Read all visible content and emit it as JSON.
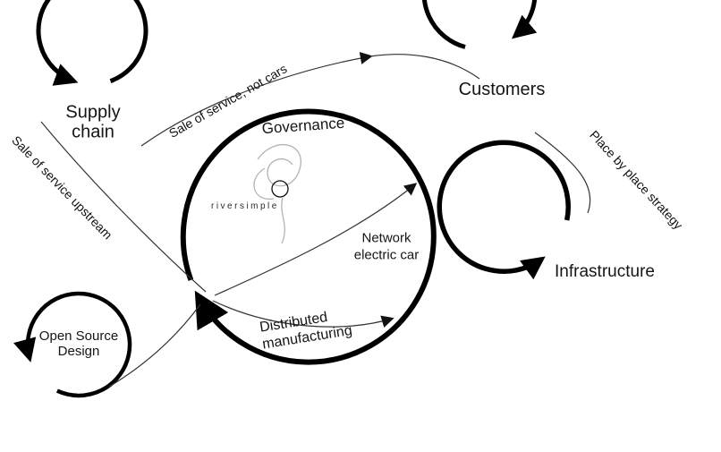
{
  "diagram": {
    "title_hint": "Riversimple business model network diagram",
    "central": {
      "governance": "Governance",
      "logo_text": "riversimple",
      "network_line1": "Network",
      "network_line2": "electric car",
      "manufacturing_line1": "Distributed",
      "manufacturing_line2": "manufacturing"
    },
    "nodes": {
      "supply_chain": {
        "line1": "Supply",
        "line2": "chain"
      },
      "customers": {
        "label": "Customers"
      },
      "infrastructure": {
        "label": "Infrastructure"
      },
      "open_source": {
        "line1": "Open Source",
        "line2": "Design"
      }
    },
    "connectors": {
      "sale_not_cars": "Sale of service, not cars",
      "sale_upstream": "Sale of service upstream",
      "place_strategy": "Place by place strategy"
    },
    "colors": {
      "ink": "#000000",
      "thin_line": "#333333",
      "logo_gray": "#b3b3b3",
      "background": "#ffffff"
    }
  }
}
